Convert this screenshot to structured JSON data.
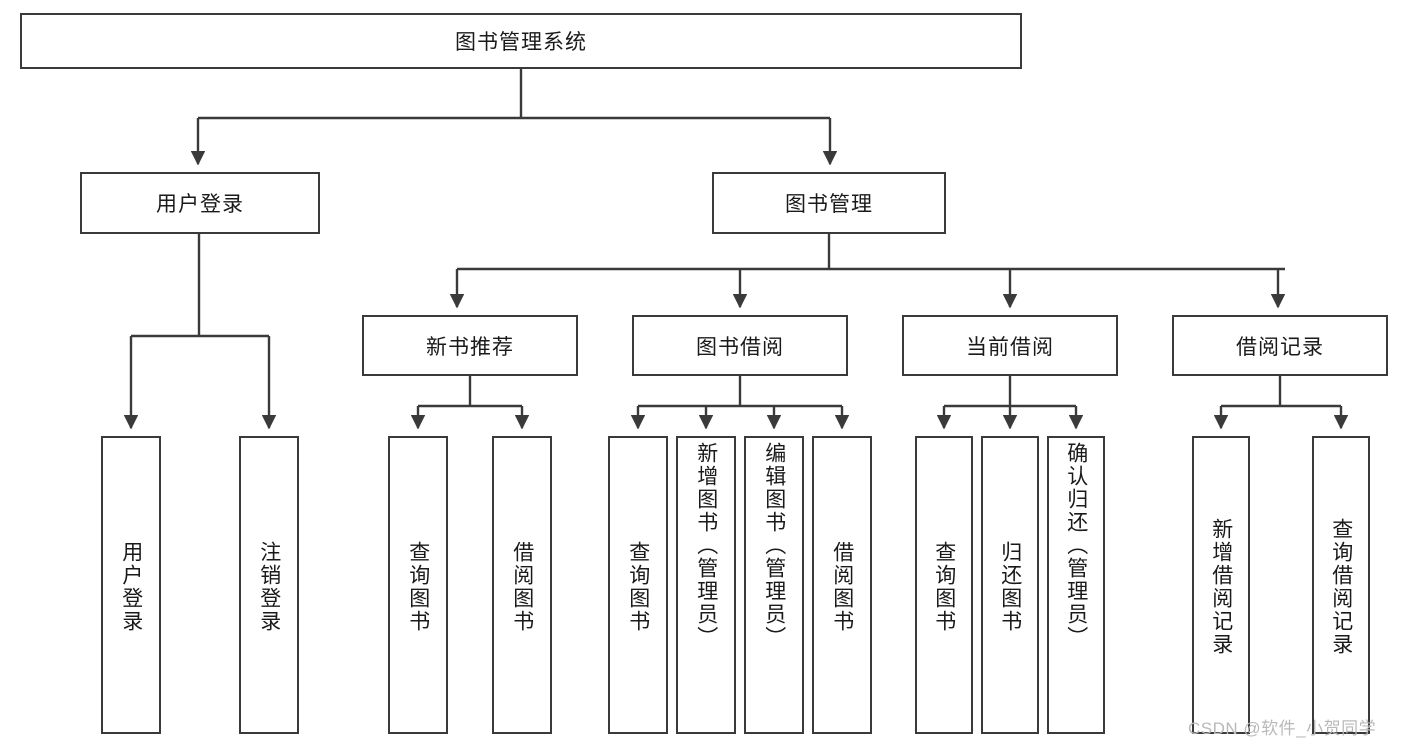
{
  "diagram": {
    "type": "tree-hierarchy",
    "title": "图书管理系统",
    "root": {
      "label": "图书管理系统",
      "children": [
        {
          "label": "用户登录",
          "children": [
            {
              "label": "用户登录"
            },
            {
              "label": "注销登录"
            }
          ]
        },
        {
          "label": "图书管理",
          "children": [
            {
              "label": "新书推荐",
              "children": [
                {
                  "label": "查询图书"
                },
                {
                  "label": "借阅图书"
                }
              ]
            },
            {
              "label": "图书借阅",
              "children": [
                {
                  "label": "查询图书"
                },
                {
                  "label": "新增图书（管理员）"
                },
                {
                  "label": "编辑图书（管理员）"
                },
                {
                  "label": "借阅图书"
                }
              ]
            },
            {
              "label": "当前借阅",
              "children": [
                {
                  "label": "查询图书"
                },
                {
                  "label": "归还图书"
                },
                {
                  "label": "确认归还（管理员）"
                }
              ]
            },
            {
              "label": "借阅记录",
              "children": [
                {
                  "label": "新增借阅记录"
                },
                {
                  "label": "查询借阅记录"
                }
              ]
            }
          ]
        }
      ]
    },
    "nodes": {
      "root": "图书管理系统",
      "l2_user": "用户登录",
      "l2_book": "图书管理",
      "l3_newbook": "新书推荐",
      "l3_borrow": "图书借阅",
      "l3_current": "当前借阅",
      "l3_record": "借阅记录",
      "leaf_user_login": "用户登录",
      "leaf_user_logout": "注销登录",
      "leaf_new_query": "查询图书",
      "leaf_new_borrow": "借阅图书",
      "leaf_borrow_query": "查询图书",
      "leaf_borrow_add": "新增图书（管理员）",
      "leaf_borrow_edit": "编辑图书（管理员）",
      "leaf_borrow_do": "借阅图书",
      "leaf_cur_query": "查询图书",
      "leaf_cur_return": "归还图书",
      "leaf_cur_confirm": "确认归还（管理员）",
      "leaf_rec_add": "新增借阅记录",
      "leaf_rec_query": "查询借阅记录"
    },
    "colors": {
      "stroke": "#3a3a3a",
      "fill": "#ffffff",
      "text": "#1a1a1a",
      "watermark": "#b9b9b9"
    }
  },
  "watermark": {
    "text": "CSDN @软件_小贺同学"
  }
}
